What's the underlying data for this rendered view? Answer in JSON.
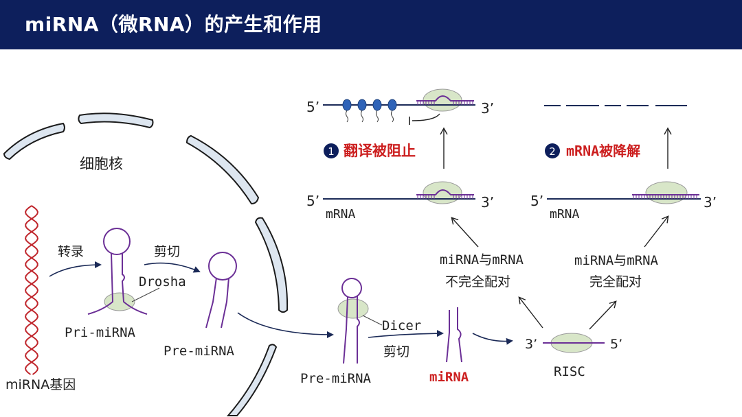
{
  "title": "miRNA（微RNA）的产生和作用",
  "labels": {
    "nucleus": "细胞核",
    "gene": "miRNA基因",
    "transcription": "转录",
    "cut1": "剪切",
    "drosha": "Drosha",
    "pri_mirna": "Pri-miRNA",
    "pre_mirna1": "Pre-miRNA",
    "pre_mirna2": "Pre-miRNA",
    "dicer": "Dicer",
    "cut2": "剪切",
    "mirna": "miRNA",
    "risc": "RISC",
    "risc_3": "3’",
    "risc_5": "5’",
    "imperfect1": "miRNA与mRNA",
    "imperfect2": "不完全配对",
    "perfect1": "miRNA与mRNA",
    "perfect2": "完全配对",
    "mrna_left": "mRNA",
    "mrna_right": "mRNA",
    "end5_l_bottom": "5’",
    "end3_l_bottom": "3’",
    "end5_r_bottom": "5’",
    "end3_r_bottom": "3’",
    "end5_l_top": "5’",
    "end3_l_top": "3’",
    "outcome1_num": "1",
    "outcome1": "翻译被阻止",
    "outcome2_num": "2",
    "outcome2": "mRNA被降解"
  },
  "colors": {
    "header": "#0d1f5c",
    "rna": "#6b2f96",
    "dna": "#c0272d",
    "strand": "#1b2a57",
    "complex_fill": "#d8e6c8",
    "nucleus_fill": "#dde6f0",
    "ribosome": "#2f63b8",
    "highlight": "#cc1f1f"
  }
}
